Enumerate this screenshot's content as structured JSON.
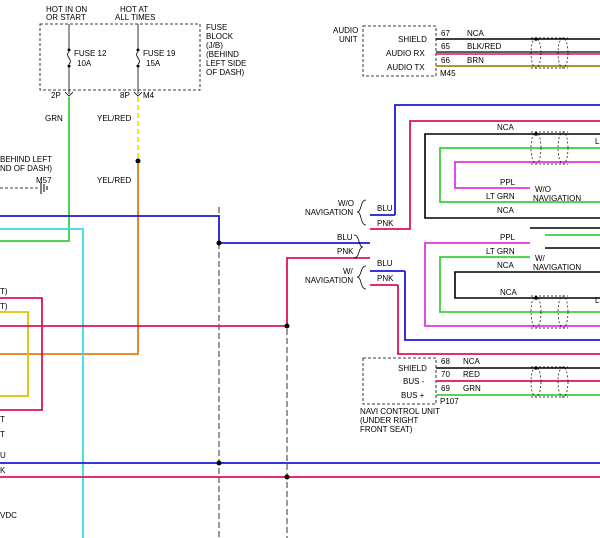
{
  "colors": {
    "green": "#3dce3d",
    "blue": "#1a1ad8",
    "red": "#e0105a",
    "cyan": "#38d8e8",
    "yellow": "#e8e800",
    "orange": "#e87a10",
    "magenta": "#e038e0",
    "olive": "#a08a10",
    "black": "#000000",
    "gold": "#e0c000"
  },
  "fuse_block": {
    "hot_in_on": [
      "HOT IN ON",
      "OR START"
    ],
    "hot_at_all_times": [
      "HOT AT",
      "ALL TIMES"
    ],
    "label": [
      "FUSE",
      "BLOCK",
      "(J/B)",
      "(BEHIND",
      "LEFT SIDE",
      "OF DASH)"
    ],
    "fuse12": [
      "FUSE 12",
      "10A"
    ],
    "fuse19": [
      "FUSE 19",
      "15A"
    ],
    "pin_2p": "2P",
    "pin_8p": "8P",
    "conn_m4": "M4"
  },
  "left": {
    "grn": "GRN",
    "yel_red_1": "YEL/RED",
    "yel_red_2": "YEL/RED",
    "ground_text": [
      "BEHIND LEFT",
      "ND OF DASH)"
    ],
    "m57": "M57",
    "frag_t1": "T)",
    "frag_t2": "T)",
    "frag_t3": "T",
    "frag_t4": "T",
    "frag_u": "U",
    "frag_k": "K",
    "frag_vdc": "VDC"
  },
  "audio": {
    "unit": [
      "AUDIO",
      "UNIT"
    ],
    "pins": [
      {
        "name": "SHIELD",
        "num": "67",
        "wire": "NCA"
      },
      {
        "name": "AUDIO RX",
        "num": "65",
        "wire": "BLK/RED"
      },
      {
        "name": "AUDIO TX",
        "num": "66",
        "wire": "BRN"
      }
    ],
    "conn": "M45"
  },
  "nav": {
    "wo_nav": [
      "W/O",
      "NAVIGATION"
    ],
    "w_nav": [
      "W/",
      "NAVIGATION"
    ],
    "blu_1": "BLU",
    "pnk_1": "PNK",
    "blu_2": "BLU",
    "pnk_2": "PNK",
    "blu_3": "BLU",
    "pnk_3": "PNK"
  },
  "right": {
    "nca_1": "NCA",
    "ppl_1": "PPL",
    "lt_grn_1": "LT GRN",
    "nca_2": "NCA",
    "wo_nav": [
      "W/O",
      "NAVIGATION"
    ],
    "ppl_2": "PPL",
    "lt_grn_2": "LT GRN",
    "nca_3": "NCA",
    "w_nav": [
      "W/",
      "NAVIGATION"
    ],
    "nca_4": "NCA",
    "frag_l1": "L",
    "frag_l2": "L"
  },
  "navi_unit": {
    "pins": [
      {
        "name": "SHIELD",
        "num": "68",
        "wire": "NCA"
      },
      {
        "name": "BUS -",
        "num": "70",
        "wire": "RED"
      },
      {
        "name": "BUS +",
        "num": "69",
        "wire": "GRN"
      }
    ],
    "conn": "P107",
    "label": [
      "NAVI CONTROL UNIT",
      "(UNDER RIGHT",
      "FRONT SEAT)"
    ]
  }
}
